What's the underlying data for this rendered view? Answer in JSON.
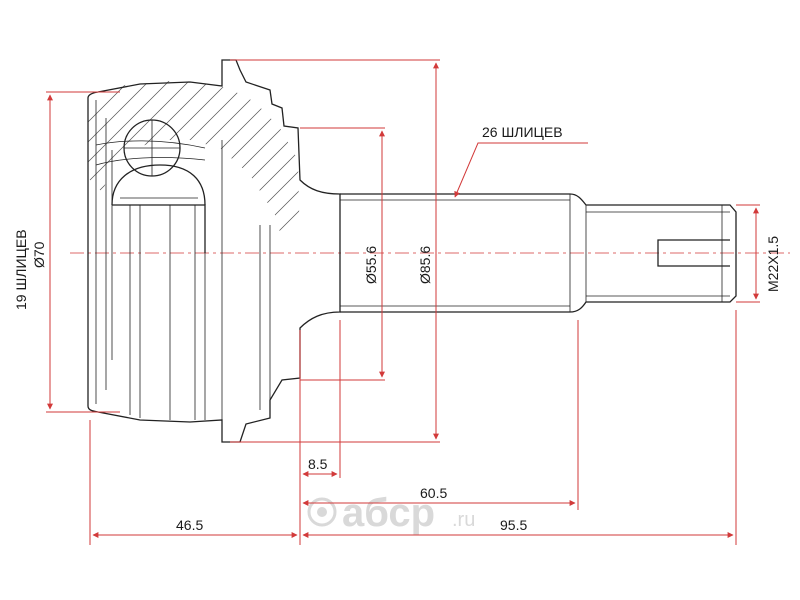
{
  "labels": {
    "splines_outer": "19 ШЛИЦЕВ",
    "outer_diameter": "Ø70",
    "splines_shaft": "26 ШЛИЦЕВ",
    "shaft_diameter": "Ø55.6",
    "flange_diameter": "Ø85.6",
    "thread": "M22X1.5",
    "dim_8_5": "8.5",
    "dim_60_5": "60.5",
    "dim_46_5": "46.5",
    "dim_95_5": "95.5"
  },
  "watermark": {
    "brand": "абср",
    "domain": ".ru"
  },
  "colors": {
    "line": "#222222",
    "dimension": "#d23a3a",
    "watermark": "#d9d9d9"
  }
}
